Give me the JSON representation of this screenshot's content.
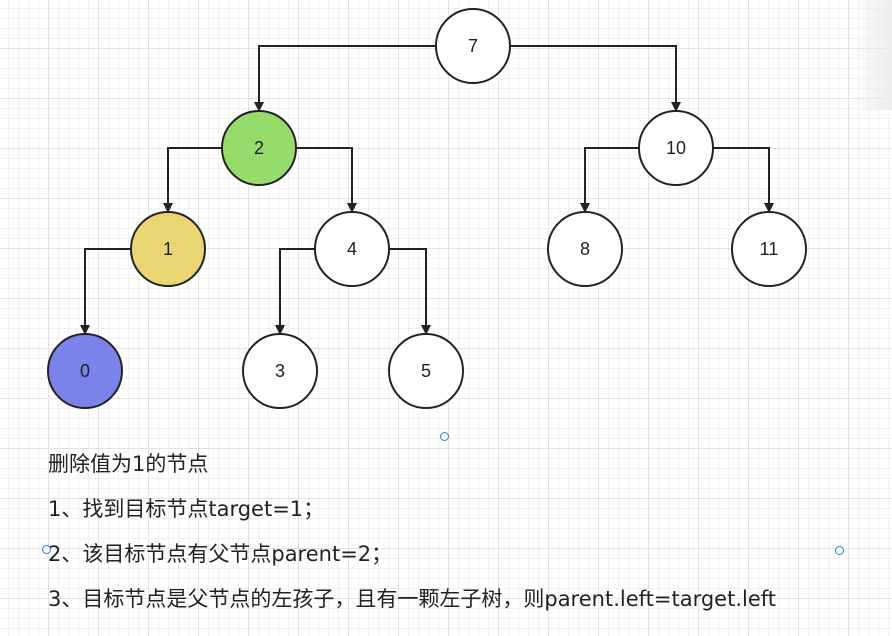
{
  "nodes": [
    {
      "id": "n7",
      "label": "7",
      "fill": "#ffffff"
    },
    {
      "id": "n2",
      "label": "2",
      "fill": "#95dc6c"
    },
    {
      "id": "n10",
      "label": "10",
      "fill": "#ffffff"
    },
    {
      "id": "n1",
      "label": "1",
      "fill": "#e8d573"
    },
    {
      "id": "n4",
      "label": "4",
      "fill": "#ffffff"
    },
    {
      "id": "n8",
      "label": "8",
      "fill": "#ffffff"
    },
    {
      "id": "n11",
      "label": "11",
      "fill": "#ffffff"
    },
    {
      "id": "n0",
      "label": "0",
      "fill": "#7b82ea"
    },
    {
      "id": "n3",
      "label": "3",
      "fill": "#ffffff"
    },
    {
      "id": "n5",
      "label": "5",
      "fill": "#ffffff"
    }
  ],
  "edges": [
    {
      "from": "7",
      "to": "2"
    },
    {
      "from": "7",
      "to": "10"
    },
    {
      "from": "2",
      "to": "1"
    },
    {
      "from": "2",
      "to": "4"
    },
    {
      "from": "10",
      "to": "8"
    },
    {
      "from": "10",
      "to": "11"
    },
    {
      "from": "1",
      "to": "0"
    },
    {
      "from": "4",
      "to": "3"
    },
    {
      "from": "4",
      "to": "5"
    }
  ],
  "colors": {
    "stroke": "#222222",
    "handle": "#2a7be4"
  },
  "text": {
    "title": "删除值为1的节点",
    "step1": "1、找到目标节点target=1；",
    "step2": "2、该目标节点有父节点parent=2；",
    "step3": "3、目标节点是父节点的左孩子，且有一颗左子树，则parent.left=target.left"
  }
}
